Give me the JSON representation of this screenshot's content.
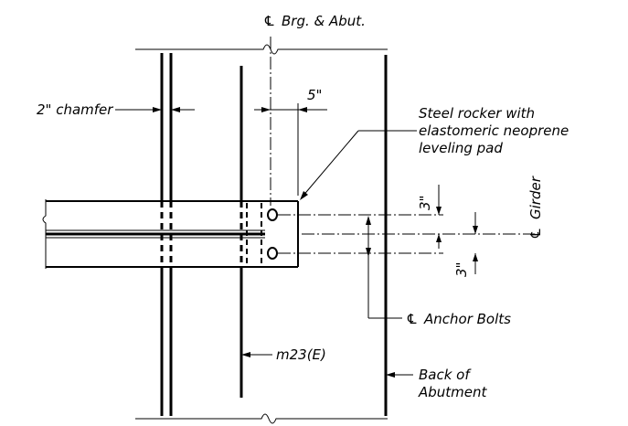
{
  "labels": {
    "cl_bearing": "Brg. & Abut.",
    "chamfer": "2\" chamfer",
    "five_inch": "5\"",
    "rocker_line1": "Steel rocker with",
    "rocker_line2": "elastomeric neoprene",
    "rocker_line3": "leveling pad",
    "cl_girder": "Girder",
    "three_inch_top": "3\"",
    "three_inch_bottom": "3\"",
    "cl_anchor": "Anchor Bolts",
    "mark": "m23(E)",
    "back_line1": "Back of",
    "back_line2": "Abutment",
    "cl_symbol": "℄"
  }
}
